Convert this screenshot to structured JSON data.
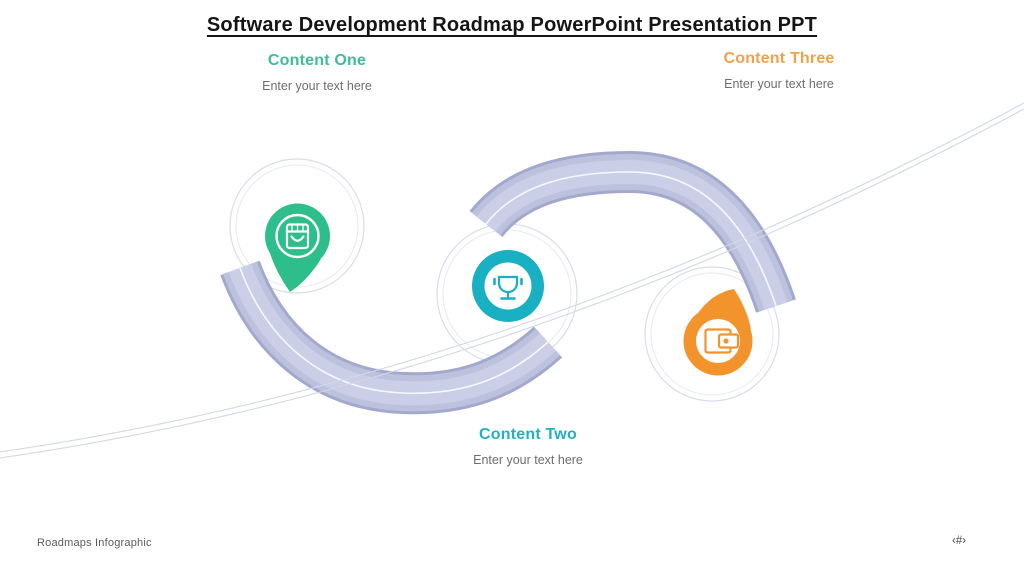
{
  "title": "Software Development Roadmap PowerPoint Presentation PPT",
  "milestones": [
    {
      "label": "Content One",
      "placeholder": "Enter your text here",
      "accent_color": "#3fbd97",
      "marker_color": "#2ebe8c",
      "marker_shape": "map-pin",
      "icon": "shopping-bag-icon"
    },
    {
      "label": "Content Two",
      "placeholder": "Enter your text here",
      "accent_color": "#22b1c3",
      "marker_color": "#19b0c3",
      "marker_shape": "ring",
      "icon": "trophy-icon"
    },
    {
      "label": "Content Three",
      "placeholder": "Enter your text here",
      "accent_color": "#f2a04d",
      "marker_color": "#f2932c",
      "marker_shape": "droplet",
      "icon": "wallet-icon"
    }
  ],
  "road": {
    "body_color": "#bcc1de",
    "edge_color": "#a2a9cc",
    "inner_color": "#cacee6",
    "lane_line_color": "#ffffff",
    "guide_line_color": "#d3d7e4"
  },
  "footer": {
    "left_text": "Roadmaps Infographic",
    "page_number": "‹#›"
  }
}
